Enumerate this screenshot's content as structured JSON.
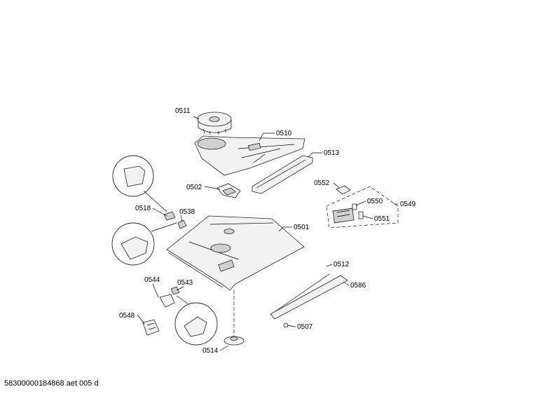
{
  "labels": {
    "p0511": "0511",
    "p0510": "0510",
    "p0513": "0513",
    "p0502": "0502",
    "p0552": "0552",
    "p0550": "0550",
    "p0549": "0549",
    "p0551": "0551",
    "p0518": "0518",
    "p0538": "0538",
    "p0501": "0501",
    "p0512": "0512",
    "p0586": "0586",
    "p0544": "0544",
    "p0543": "0543",
    "p0548": "0548",
    "p0507": "0507",
    "p0514": "0514"
  },
  "footer": {
    "code": "58300000184868 aet 005 d"
  }
}
